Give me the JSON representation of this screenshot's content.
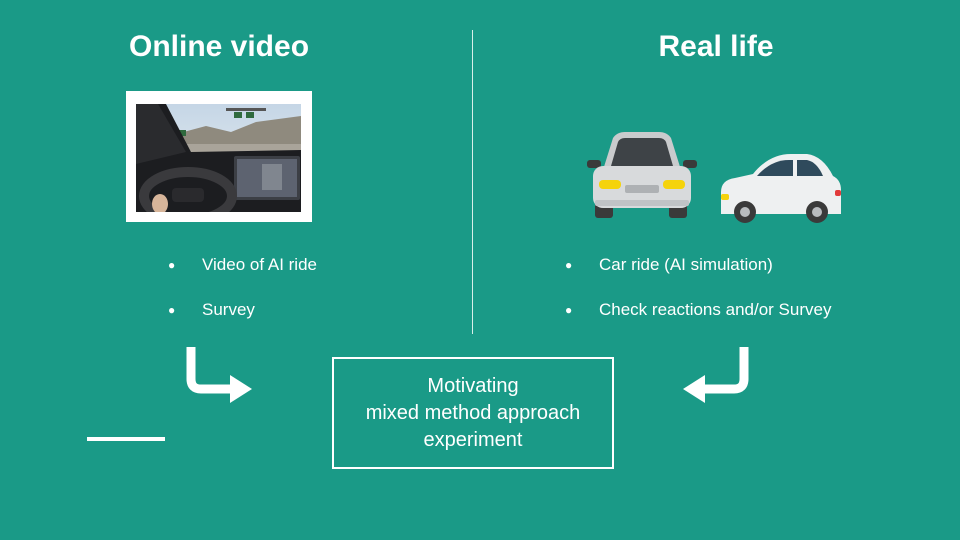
{
  "left": {
    "heading": "Online video",
    "bullets": [
      "Video of AI ride",
      "Survey"
    ]
  },
  "right": {
    "heading": "Real life",
    "bullets": [
      "Car ride (AI simulation)",
      "Check reactions and/or Survey"
    ]
  },
  "bullet_glyph": "●",
  "center": {
    "lines": [
      "Motivating",
      "mixed method approach",
      "experiment"
    ]
  },
  "colors": {
    "background": "#1a9a87",
    "text": "#ffffff"
  }
}
